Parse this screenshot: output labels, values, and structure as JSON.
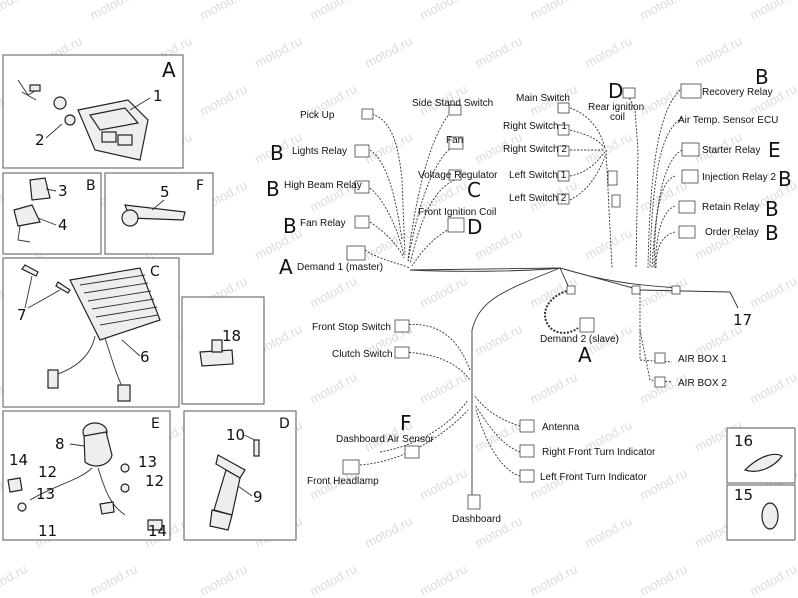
{
  "watermark": "motod.ru",
  "panels": {
    "A": {
      "letter": "A",
      "items": [
        "1",
        "2"
      ]
    },
    "B": {
      "letter": "B",
      "items": [
        "3",
        "4"
      ]
    },
    "F": {
      "letter": "F",
      "items": [
        "5"
      ]
    },
    "C": {
      "letter": "C",
      "items": [
        "7",
        "6"
      ]
    },
    "unlettered": {
      "items": [
        "18"
      ]
    },
    "E": {
      "letter": "E",
      "items": [
        "8",
        "14",
        "12",
        "13",
        "11",
        "13",
        "12",
        "14"
      ]
    },
    "D": {
      "letter": "D",
      "items": [
        "10",
        "9"
      ]
    },
    "p16": {
      "items": [
        "16"
      ]
    },
    "p15": {
      "items": [
        "15"
      ]
    }
  },
  "labels": {
    "pick_up": "Pick Up",
    "lights_relay": "Lights Relay",
    "high_beam_relay": "High Beam Relay",
    "fan_relay": "Fan Relay",
    "demand1": "Demand 1 (master)",
    "side_stand_switch": "Side Stand Switch",
    "fan": "Fan",
    "voltage_regulator": "Voltage Regulator",
    "front_ignition_coil": "Front Ignition Coil",
    "main_switch": "Main Switch",
    "right_switch_1": "Right Switch 1",
    "right_switch_2": "Right Switch 2",
    "left_switch_1": "Left Switch 1",
    "left_switch_2": "Left Switch 2",
    "rear_ignition_coil_1": "Rear ignition",
    "rear_ignition_coil_2": "coil",
    "recovery_relay": "Recovery Relay",
    "air_temp_sensor": "Air Temp. Sensor ECU",
    "starter_relay": "Starter Relay",
    "injection_relay": "Injection Relay 2",
    "retain_relay": "Retain Relay",
    "order_relay": "Order Relay",
    "front_stop_switch": "Front Stop Switch",
    "clutch_switch": "Clutch Switch",
    "demand2": "Demand 2 (slave)",
    "air_box_1": "AIR BOX 1",
    "air_box_2": "AIR BOX 2",
    "dashboard_air_sensor": "Dashboard Air Sensor",
    "front_headlamp": "Front Headlamp",
    "dashboard": "Dashboard",
    "antenna": "Antenna",
    "right_front_turn": "Right Front Turn Indicator",
    "left_front_turn": "Left Front Turn Indicator"
  },
  "callouts": {
    "b_lights": "B",
    "b_high_beam": "B",
    "b_fan": "B",
    "a_demand1": "A",
    "c_voltage": "C",
    "d_front_coil": "D",
    "d_rear_coil": "D",
    "b_recovery": "B",
    "e_starter": "E",
    "b_injection": "B",
    "b_retain": "B",
    "b_order": "B",
    "a_demand2": "A",
    "f_dash_sensor": "F",
    "n17": "17"
  }
}
